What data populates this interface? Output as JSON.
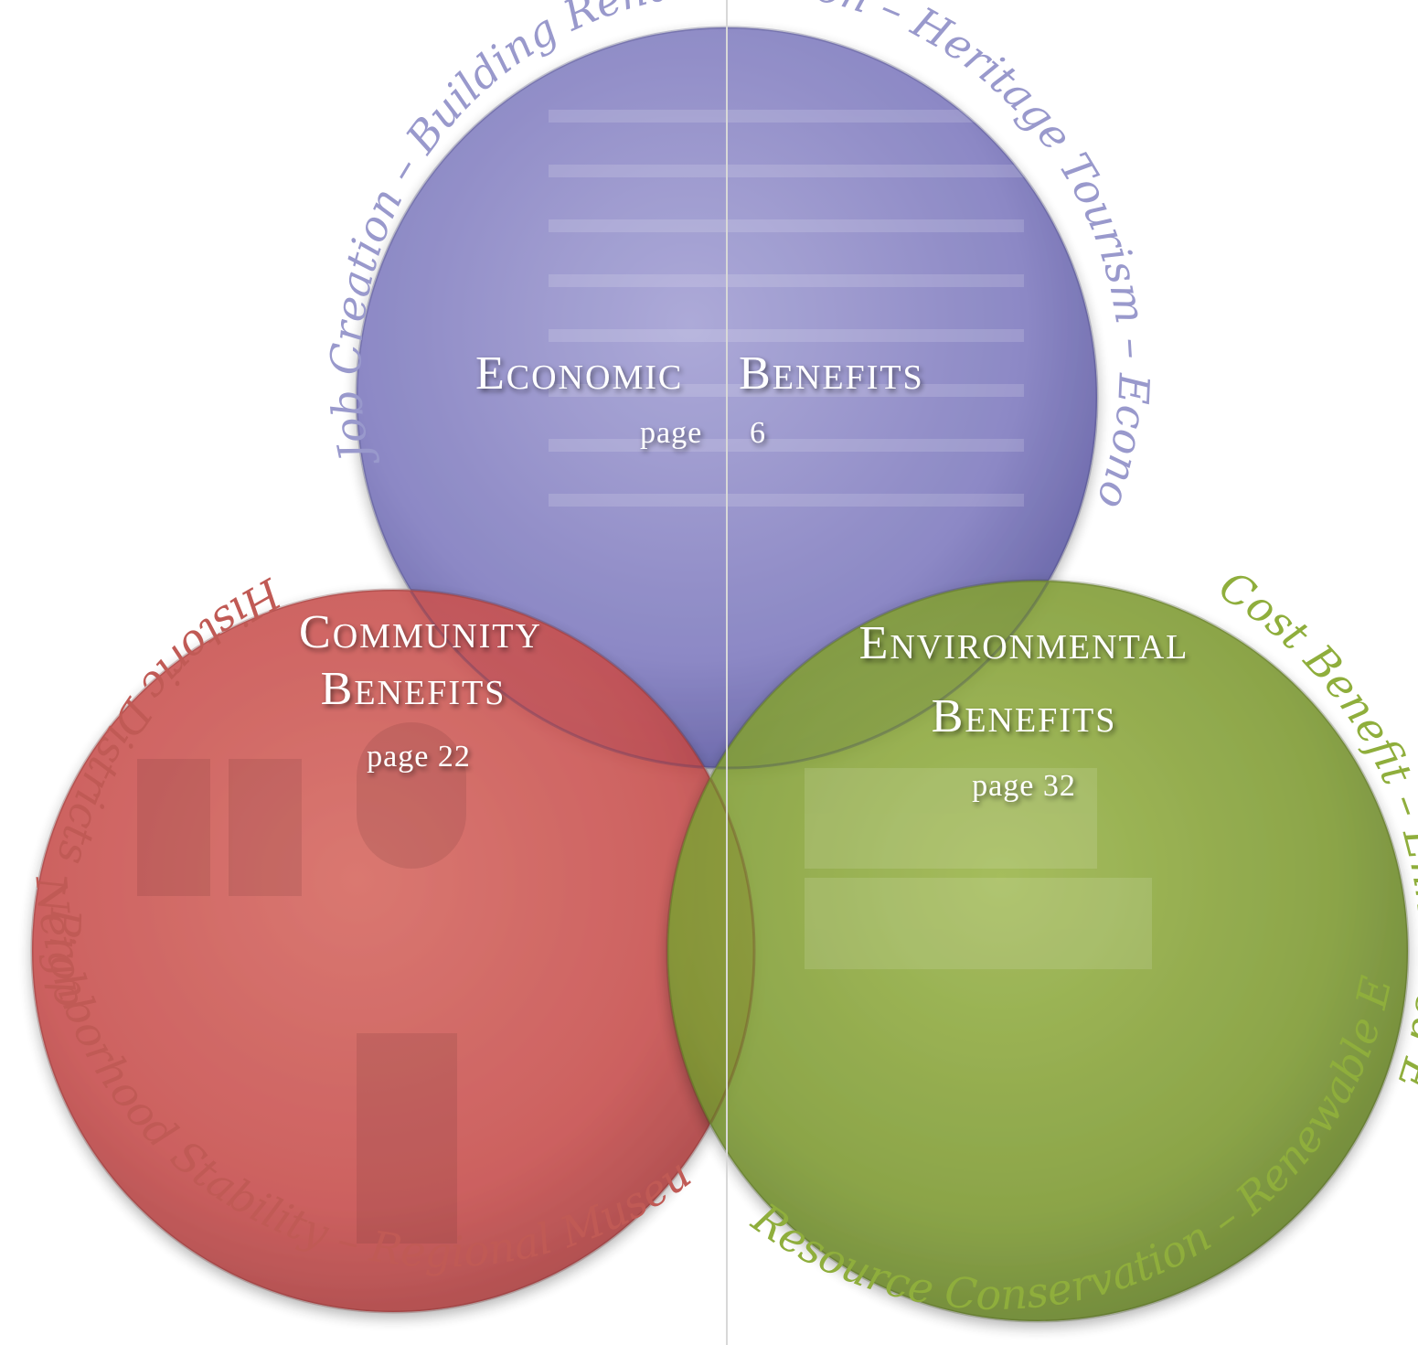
{
  "colors": {
    "economic": "#7070b8",
    "community": "#c7504f",
    "environmental": "#7f9b35",
    "economic_text": "#9999cc",
    "community_text": "#c05a55",
    "environmental_text": "#8fae3c"
  },
  "economic": {
    "title_first": "E",
    "title_rest": "CONOMIC",
    "title2_first": "B",
    "title2_rest": "ENEFITS",
    "page_label": "page",
    "page_number": "6",
    "arc_text": "Job Creation – Building Rehabilitation – Heritage Tourism – Economic Development"
  },
  "community": {
    "title_first": "C",
    "title_rest": "OMMUNITY",
    "title2_first": "B",
    "title2_rest": "ENEFITS",
    "page": "page 22",
    "arc_text_top": "Historic Districts – Property Values – ",
    "arc_text_bottom": "Neighborhood Stability – Regional Museums"
  },
  "environmental": {
    "title_first": "E",
    "title_rest": "NVIRONMENTAL",
    "title2_first": "B",
    "title2_rest": "ENEFITS",
    "page": "page 32",
    "arc_text_top": "Cost Benefit – Enhanced Efficiency",
    "arc_text_bottom": "Resource Conservation – Renewable Energy – "
  }
}
